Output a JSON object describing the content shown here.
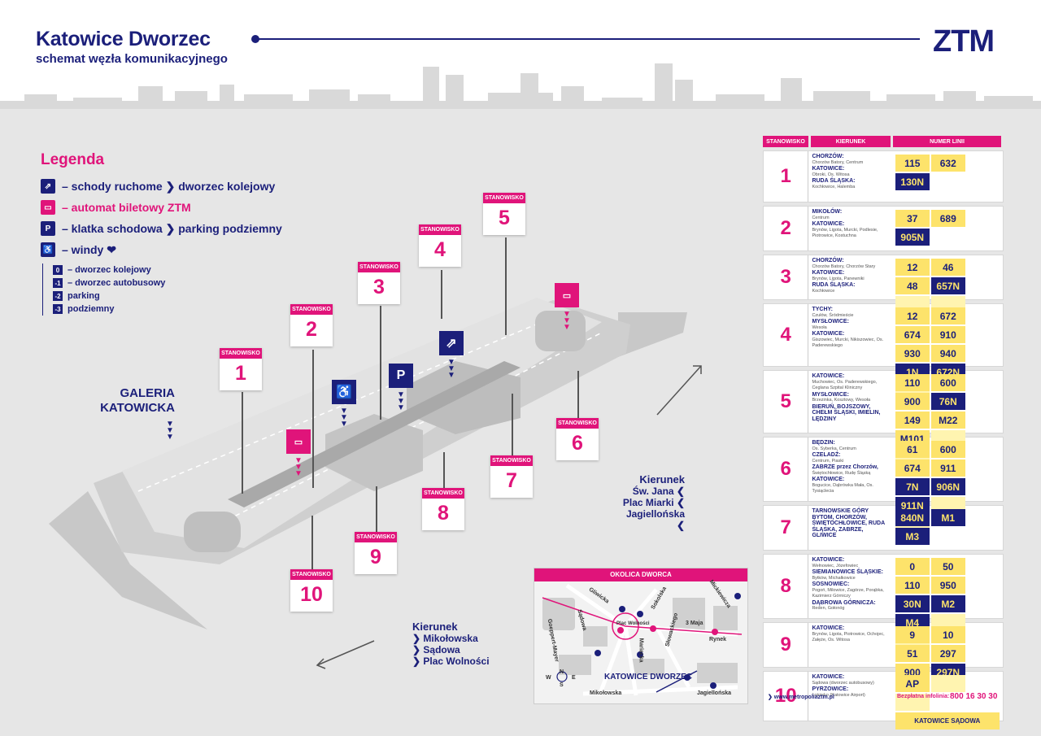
{
  "header": {
    "title": "Katowice Dworzec",
    "subtitle": "schemat węzła komunikacyjnego",
    "logo": "ZTM"
  },
  "legend": {
    "title": "Legenda",
    "items": [
      {
        "icon": "escalator-icon",
        "text": "– schody ruchome ❯ dworzec kolejowy"
      },
      {
        "icon": "ticket-machine-icon",
        "text": "– automat biletowy ZTM"
      },
      {
        "icon": "parking-stairs-icon",
        "text": "– klatka schodowa ❯ parking podziemny"
      },
      {
        "icon": "wheelchair-icon",
        "text": "– windy ❤"
      }
    ],
    "levels": [
      {
        "level": "0",
        "text": "– dworzec kolejowy"
      },
      {
        "level": "-1",
        "text": "– dworzec autobusowy"
      },
      {
        "level": "-2",
        "text": "parking"
      },
      {
        "level": "-3",
        "text": "podziemny"
      }
    ]
  },
  "stops_label": "STANOWISKO",
  "stops": [
    "1",
    "2",
    "3",
    "4",
    "5",
    "6",
    "7",
    "8",
    "9",
    "10"
  ],
  "places": {
    "galeria_1": "GALERIA",
    "galeria_2": "KATOWICKA"
  },
  "directions": {
    "right": {
      "head": "Kierunek",
      "lines": [
        "Św. Jana ❮",
        "Plac Miarki ❮",
        "Jagiellońska ❮"
      ]
    },
    "bottom": {
      "head": "Kierunek",
      "lines": [
        "❯ Mikołowska",
        "❯ Sądowa",
        "❯ Plac Wolności"
      ]
    }
  },
  "inset": {
    "title": "OKOLICA DWORCA",
    "streets": [
      "Gliwicka",
      "Sokolska",
      "Mickiewicza",
      "Sądowa",
      "Goeppert-Mayer",
      "Plac Wolności",
      "Słowackiego",
      "3 Maja",
      "Mariacka",
      "Rynek",
      "Mikołowska",
      "Jagiellońska"
    ],
    "station": "KATOWICE DWORZEC",
    "compass": [
      "N",
      "W",
      "E",
      "S"
    ]
  },
  "table": {
    "headers": {
      "stop": "STANOWISKO",
      "direction": "KIERUNEK",
      "lines": "NUMER LINII"
    },
    "rows": [
      {
        "num": "1",
        "dirs": [
          {
            "city": "CHORZÓW:",
            "sub": "Chorzów Batory, Centrum"
          },
          {
            "city": "KATOWICE:",
            "sub": "Obroki, Os. Witosa"
          },
          {
            "city": "RUDA ŚLĄSKA:",
            "sub": "Kochłowice, Halemba"
          }
        ],
        "lines": [
          {
            "n": "115"
          },
          {
            "n": "632"
          },
          {
            "n": "130N",
            "night": true
          }
        ]
      },
      {
        "num": "2",
        "dirs": [
          {
            "city": "MIKOŁÓW:",
            "sub": "Centrum"
          },
          {
            "city": "KATOWICE:",
            "sub": "Brynów, Ligota, Murcki, Podlesie, Piotrowice, Kostuchna"
          }
        ],
        "lines": [
          {
            "n": "37"
          },
          {
            "n": "689"
          },
          {
            "n": "905N",
            "night": true
          }
        ]
      },
      {
        "num": "3",
        "dirs": [
          {
            "city": "CHORZÓW:",
            "sub": "Chorzów Batory, Chorzów Stary"
          },
          {
            "city": "KATOWICE:",
            "sub": "Brynów, Ligota, Panewniki"
          },
          {
            "city": "RUDA ŚLĄSKA:",
            "sub": "Kochłowice"
          }
        ],
        "lines": [
          {
            "n": "12"
          },
          {
            "n": "46"
          },
          {
            "n": "48"
          },
          {
            "n": "657N",
            "night": true
          },
          {
            "n": "",
            "empty": true
          },
          {
            "n": "",
            "empty": true
          }
        ]
      },
      {
        "num": "4",
        "dirs": [
          {
            "city": "TYCHY:",
            "sub": "Czułów, Śródmieście"
          },
          {
            "city": "MYSŁOWICE:",
            "sub": "Wesoła"
          },
          {
            "city": "KATOWICE:",
            "sub": "Giszowiec, Murcki, Nikiszowiec, Os. Paderewskiego"
          }
        ],
        "lines": [
          {
            "n": "12"
          },
          {
            "n": "672"
          },
          {
            "n": "674"
          },
          {
            "n": "910"
          },
          {
            "n": "930"
          },
          {
            "n": "940"
          },
          {
            "n": "1N",
            "night": true
          },
          {
            "n": "672N",
            "night": true
          },
          {
            "n": "",
            "empty": true
          }
        ]
      },
      {
        "num": "5",
        "dirs": [
          {
            "city": "KATOWICE:",
            "sub": "Muchowiec, Os. Paderewskiego, Ceglana Szpital Kliniczny"
          },
          {
            "city": "MYSŁOWICE:",
            "sub": "Brzezinka, Kosztowy, Wesoła"
          },
          {
            "city": "BIERUŃ, BOJSZOWY, CHEŁM ŚLĄSKI, IMIELIN, LĘDZINY",
            "sub": ""
          }
        ],
        "lines": [
          {
            "n": "110"
          },
          {
            "n": "600"
          },
          {
            "n": "900"
          },
          {
            "n": "76N",
            "night": true
          },
          {
            "n": "149"
          },
          {
            "n": "M22"
          },
          {
            "n": "M101"
          },
          {
            "n": "",
            "empty": true
          },
          {
            "n": "",
            "empty": true
          }
        ]
      },
      {
        "num": "6",
        "dirs": [
          {
            "city": "BĘDZIN:",
            "sub": "Os. Syberka, Centrum"
          },
          {
            "city": "CZELADŹ:",
            "sub": "Centrum, Piaski"
          },
          {
            "city": "ZABRZE przez Chorzów,",
            "sub": "Świętochłowice, Rudę Śląską"
          },
          {
            "city": "KATOWICE:",
            "sub": "Bogucice, Dąbrówka Mała, Os. Tysiąclecia"
          }
        ],
        "lines": [
          {
            "n": "61"
          },
          {
            "n": "600"
          },
          {
            "n": "674"
          },
          {
            "n": "911"
          },
          {
            "n": "7N",
            "night": true
          },
          {
            "n": "906N",
            "night": true
          },
          {
            "n": "911N",
            "night": true
          },
          {
            "n": "",
            "empty": true
          },
          {
            "n": "",
            "empty": true
          }
        ]
      },
      {
        "num": "7",
        "dirs": [
          {
            "city": "TARNOWSKIE GÓRY BYTOM, CHORZÓW, ŚWIĘTOCHŁOWICE, RUDA ŚLĄSKA, ZABRZE, GLIWICE",
            "sub": ""
          }
        ],
        "lines": [
          {
            "n": "840N",
            "night": true
          },
          {
            "n": "M1",
            "night": true
          },
          {
            "n": "M3",
            "night": true
          }
        ]
      },
      {
        "num": "8",
        "dirs": [
          {
            "city": "KATOWICE:",
            "sub": "Wełnowiec, Józefowiec"
          },
          {
            "city": "SIEMIANOWICE ŚLĄSKIE:",
            "sub": "Bytków, Michałkowice"
          },
          {
            "city": "SOSNOWIEC:",
            "sub": "Pogoń, Milowice, Zagórze, Porąbka, Kazimierz Górniczy"
          },
          {
            "city": "DĄBROWA GÓRNICZA:",
            "sub": "Reden, Gołonóg"
          }
        ],
        "lines": [
          {
            "n": "0"
          },
          {
            "n": "50"
          },
          {
            "n": "110"
          },
          {
            "n": "950"
          },
          {
            "n": "30N",
            "night": true
          },
          {
            "n": "M2",
            "night": true
          },
          {
            "n": "M4",
            "night": true
          },
          {
            "n": "",
            "empty": true
          },
          {
            "n": "",
            "empty": true
          }
        ]
      },
      {
        "num": "9",
        "dirs": [
          {
            "city": "KATOWICE:",
            "sub": "Brynów, Ligota, Piotrowice, Ochojec, Załęże, Os. Witosa"
          }
        ],
        "lines": [
          {
            "n": "9"
          },
          {
            "n": "10"
          },
          {
            "n": "51"
          },
          {
            "n": "297"
          },
          {
            "n": "900"
          },
          {
            "n": "297N",
            "night": true
          }
        ]
      },
      {
        "num": "10",
        "dirs": [
          {
            "city": "KATOWICE:",
            "sub": "Sądowa (dworzec autobusowy)"
          },
          {
            "city": "PYRZOWICE:",
            "sub": "Lotnisko (Katowice Airport)"
          }
        ],
        "lines": [
          {
            "n": "AP"
          },
          {
            "n": "",
            "empty": true
          },
          {
            "n": "",
            "empty": true
          },
          {
            "n": "KATOWICE SĄDOWA",
            "wide": true
          }
        ]
      }
    ]
  },
  "footer": {
    "website": "❯ www.metropoliaztm.pl",
    "hotline_label": "Bezpłatna infolinia:",
    "hotline": "800 16 30 30"
  },
  "colors": {
    "navy": "#1b1f7a",
    "pink": "#e0147a",
    "yellow": "#fde36b",
    "gray": "#e6e6e6"
  }
}
